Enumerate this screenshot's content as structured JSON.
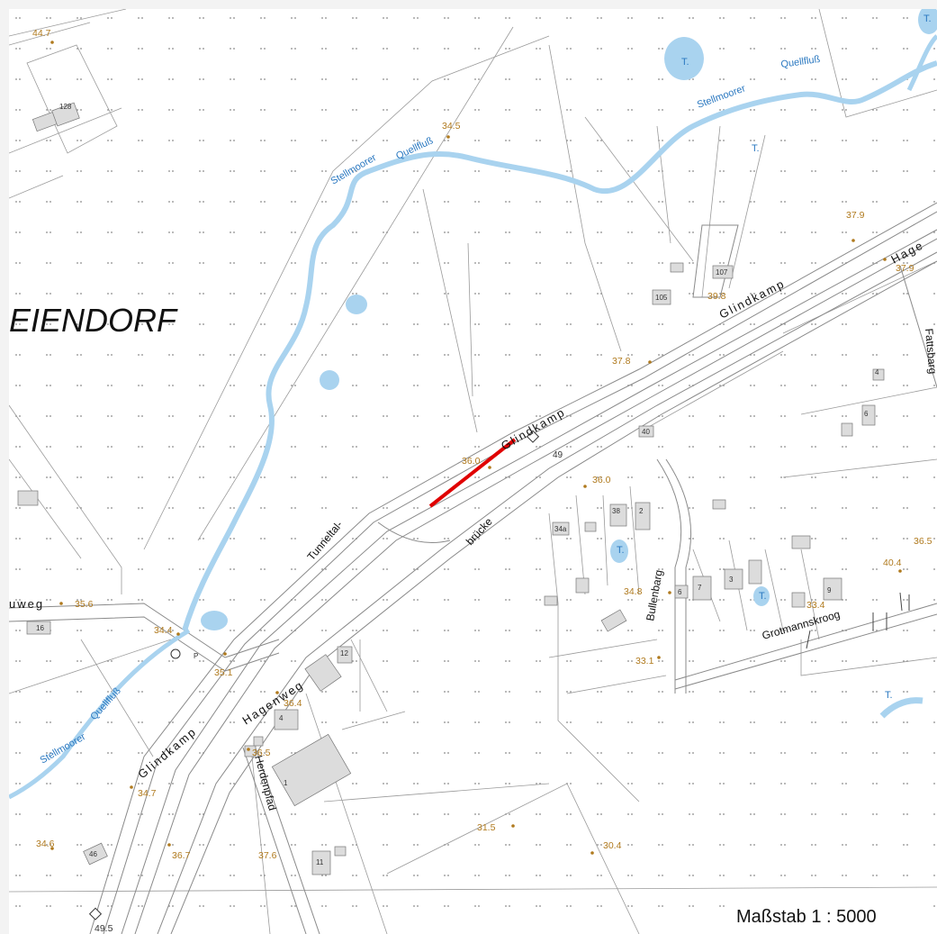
{
  "place_name": "EIENDORF",
  "scale_label": "Maßstab 1 : 5000",
  "colors": {
    "water": "#a9d3ef",
    "water_text": "#2a78c0",
    "elevation_text": "#b07a1e",
    "highlight": "#e00000",
    "building": "#dcdcdc"
  },
  "streets": {
    "glindkamp_north": "Glindkamp",
    "glindkamp_center": "Glindkamp",
    "glindkamp_south": "Glindkamp",
    "hagen_ne": "Hage",
    "hagenweg": "Hagenweg",
    "tunnel_1": "Tunneltal-",
    "tunnel_2": "brücke",
    "bullenbarg": "Bullenbarg",
    "grotmannskroog": "Grotmannskroog",
    "fattsbarg": "Fattsbarg",
    "herdenpfad": "Herdenpfad",
    "uweg": "uweg"
  },
  "waters": {
    "quellfluss_top_1": "Stellmoorer",
    "quellfluss_top_2": "Quellfluß",
    "quellfluss_mid_1": "Stellmoorer",
    "quellfluss_mid_2": "Quellfluß",
    "quellfluss_sw_1": "Stellmoorer",
    "quellfluss_sw_2": "Quellfluß",
    "pond_t1": "T.",
    "pond_t2": "T.",
    "pond_t3": "T.",
    "pond_t4": "T.",
    "pond_t5": "T.",
    "pond_t6": "T."
  },
  "elevations": {
    "e447": "44.7",
    "e345": "34.5",
    "e379a": "37.9",
    "e379b": "37.9",
    "e398": "39.8",
    "e378": "37.8",
    "e360a": "36.0",
    "e360b": "36.0",
    "e356": "35.6",
    "e344": "34.4",
    "e351": "35.1",
    "e364": "36.4",
    "e365": "36.5",
    "e347": "34.7",
    "e346": "34.6",
    "e367": "36.7",
    "e376": "37.6",
    "e315": "31.5",
    "e304": "30.4",
    "e331": "33.1",
    "e348": "34.8",
    "e334": "33.4",
    "e404": "40.4",
    "e365b": "36.5",
    "e495": "49.5"
  },
  "house_numbers": {
    "h128": "128",
    "h107": "107",
    "h105": "105",
    "h40": "40",
    "h49": "49",
    "h34a": "34a",
    "h38": "38",
    "h2": "2",
    "h6": "6",
    "h4": "4",
    "h12": "12",
    "h7": "7",
    "h3": "3",
    "h9": "9",
    "h16": "16",
    "h46": "46",
    "h11": "11",
    "h1": "1",
    "h4b": "4",
    "h6b": "6",
    "p": "P"
  }
}
